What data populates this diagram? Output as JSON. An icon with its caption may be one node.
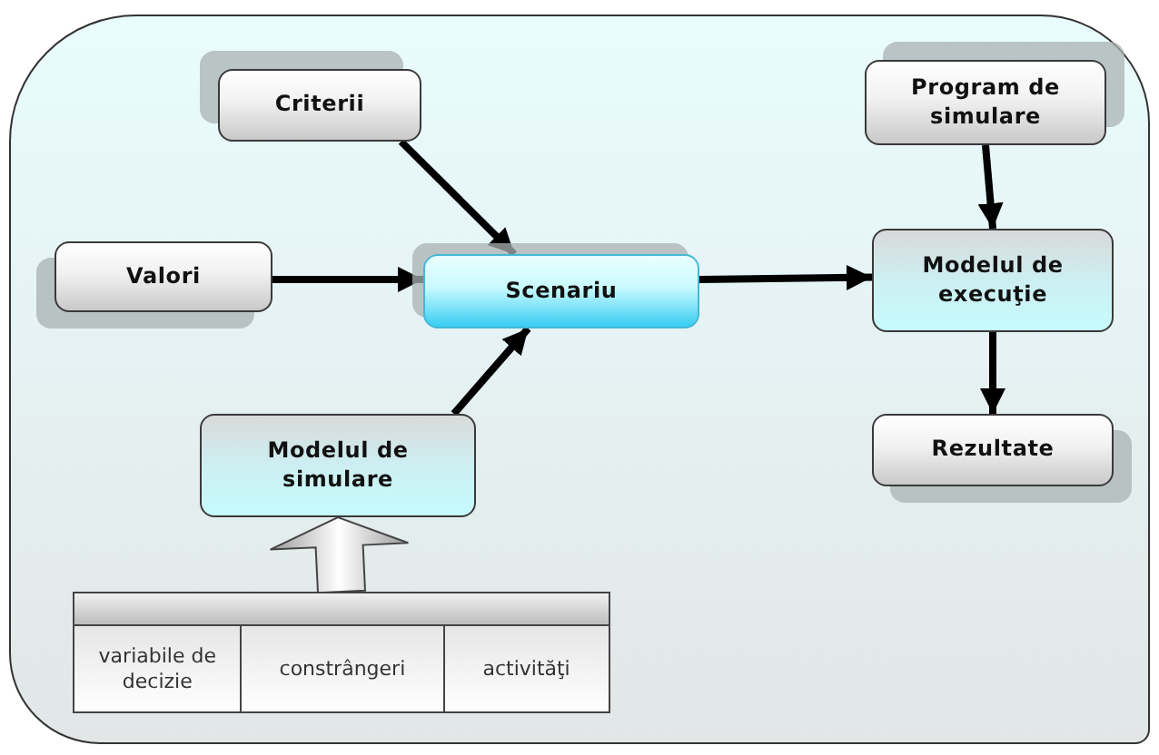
{
  "diagram": {
    "nodes": [
      {
        "text": [
          "Criterii"
        ]
      },
      {
        "text": [
          "Valori"
        ]
      },
      {
        "text": [
          "Scenariu"
        ]
      },
      {
        "text": [
          "Program de simulare"
        ]
      },
      {
        "text": [
          "Modelul de execuţie"
        ]
      },
      {
        "text": [
          "Rezultate"
        ]
      },
      {
        "text": [
          "Modelul de simulare"
        ]
      },
      {
        "text": [
          "variabile de decizie",
          "constrângeri",
          "activităţi"
        ]
      }
    ],
    "edges": [
      {
        "from": 0,
        "to": 2,
        "arrow": "to"
      },
      {
        "from": 1,
        "to": 2,
        "arrow": "to"
      },
      {
        "from": 6,
        "to": 2,
        "arrow": "to"
      },
      {
        "from": 2,
        "to": 4,
        "arrow": "to"
      },
      {
        "from": 3,
        "to": 4,
        "arrow": "to"
      },
      {
        "from": 4,
        "to": 5,
        "arrow": "to"
      },
      {
        "from": 7,
        "to": 6,
        "arrow": "to",
        "style": "thick"
      }
    ]
  }
}
